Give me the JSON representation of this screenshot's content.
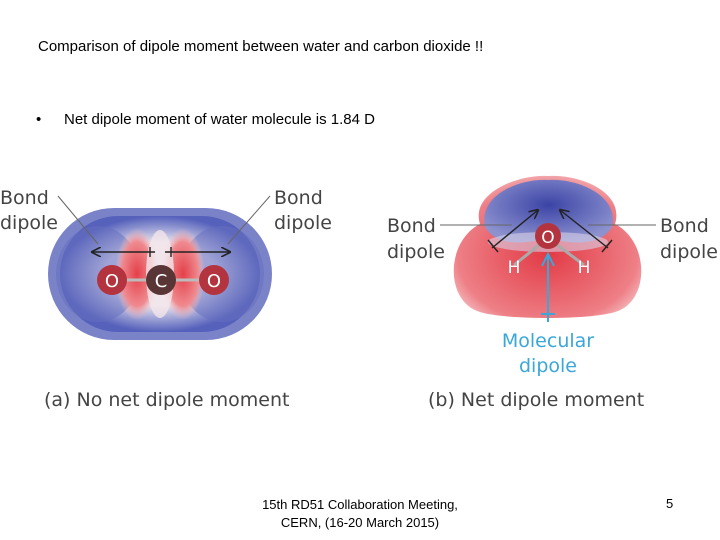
{
  "slide": {
    "title": "Comparison of dipole moment between water and carbon dioxide !!",
    "bullet": "Net dipole moment of water molecule is 1.84 D",
    "bullet_marker": "•"
  },
  "figure": {
    "co2": {
      "bond_label_left": [
        "Bond",
        "dipole"
      ],
      "bond_label_right": [
        "Bond",
        "dipole"
      ],
      "atoms": [
        "O",
        "C",
        "O"
      ],
      "caption": "(a) No net dipole moment"
    },
    "water": {
      "bond_label_left": [
        "Bond",
        "dipole"
      ],
      "bond_label_right": [
        "Bond",
        "dipole"
      ],
      "atoms": [
        "O",
        "H",
        "H"
      ],
      "molecular_label": [
        "Molecular",
        "dipole"
      ],
      "caption": "(b) Net dipole moment"
    },
    "colors": {
      "negative": "#4a55b8",
      "positive": "#e4404a",
      "molecular_dipole": "#3aa7d8",
      "atom": "#b3343e",
      "carbon": "#5a3535"
    }
  },
  "footer": {
    "line1": "15th RD51 Collaboration Meeting,",
    "line2": "CERN, (16-20 March 2015)",
    "page": "5"
  }
}
